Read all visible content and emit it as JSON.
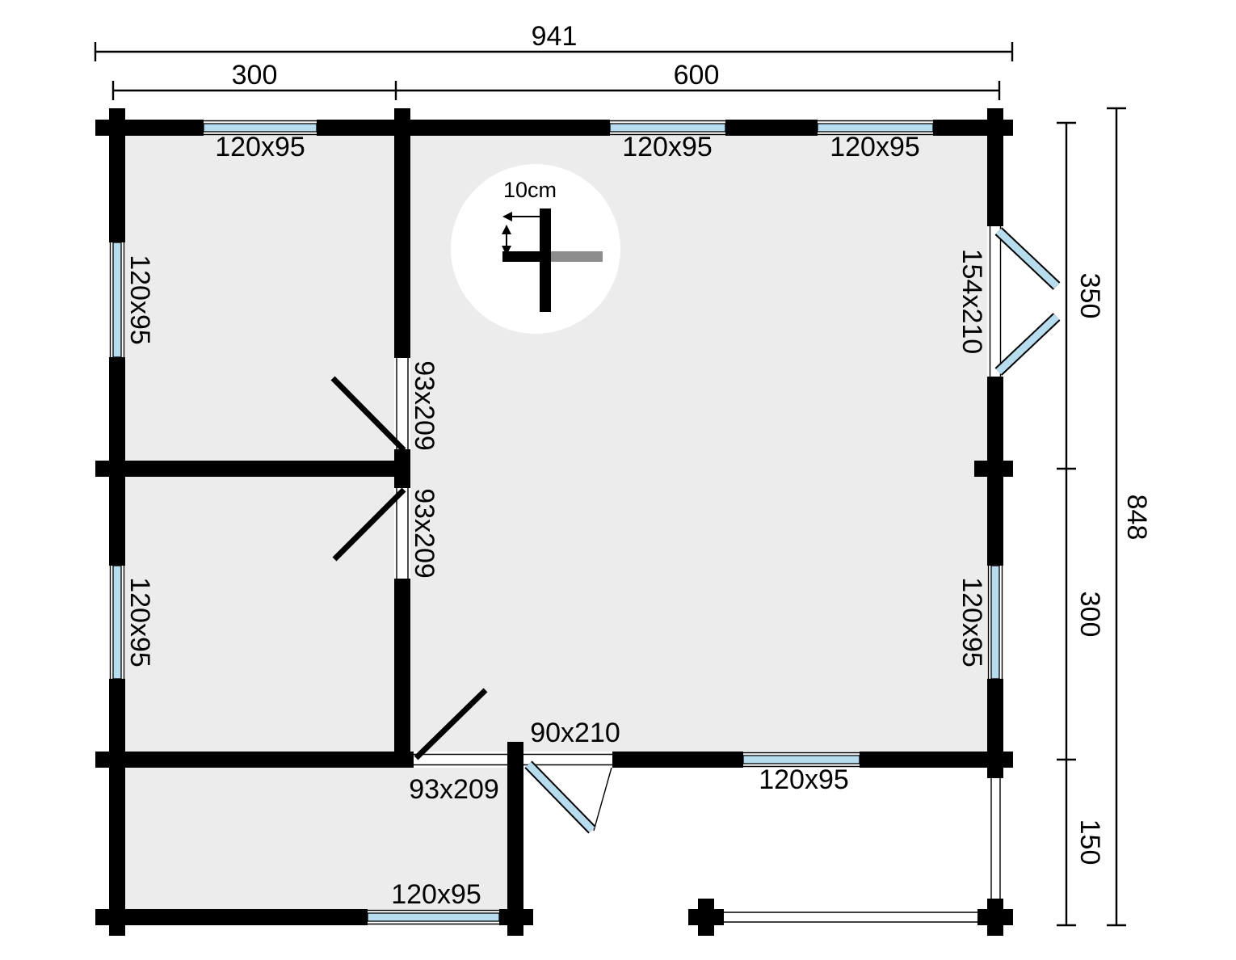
{
  "colors": {
    "wall": "#000000",
    "window": "#b7dcee",
    "room_fill": "#ececec",
    "secondary_wall": "#8c8c8c",
    "background": "#ffffff"
  },
  "dimensions": {
    "total_width": "941",
    "top_section_left": "300",
    "top_section_right": "600",
    "total_height": "848",
    "right_section_top": "350",
    "right_section_middle": "300",
    "right_section_bottom": "150"
  },
  "scale_indicator": {
    "wall_thickness": "10cm"
  },
  "windows": {
    "top_left": "120x95",
    "top_middle": "120x95",
    "top_right": "120x95",
    "left_upper": "120x95",
    "left_lower": "120x95",
    "right": "120x95",
    "bottom_main": "120x95",
    "bottom_left_room": "120x95"
  },
  "doors": {
    "double_right": "154x210",
    "interior_upper": "93x209",
    "interior_middle": "93x209",
    "interior_bottom": "93x209",
    "exterior_bottom": "90x210"
  }
}
